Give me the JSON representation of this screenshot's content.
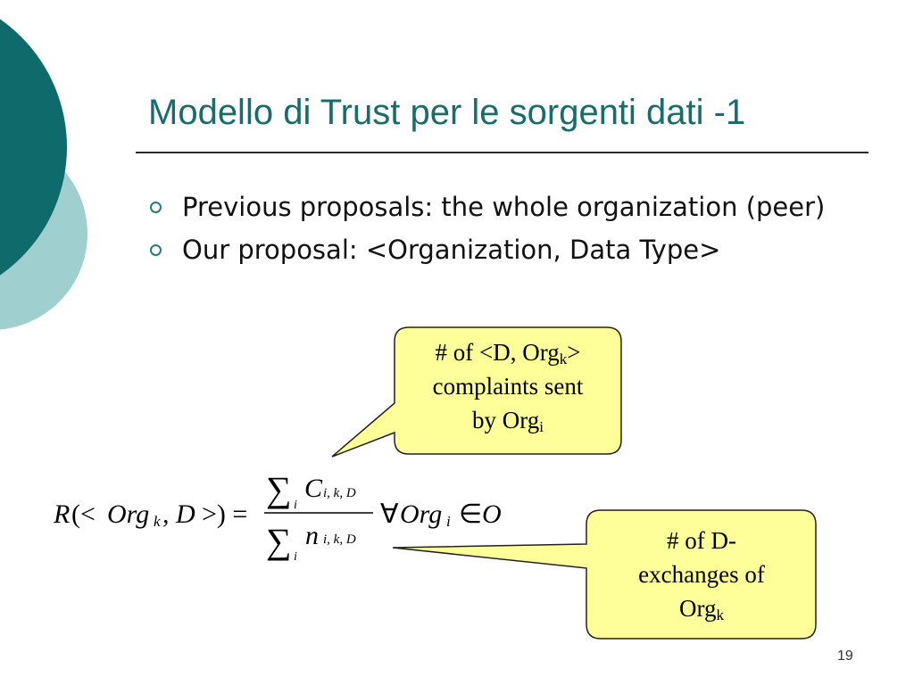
{
  "slide": {
    "title": "Modello di Trust per le sorgenti dati -1",
    "page_number": "19"
  },
  "bullets": [
    "Previous proposals: the whole organization (peer)",
    "Our proposal: <Organization, Data Type>"
  ],
  "callout_top": {
    "line1_prefix": "# of <D, Org",
    "line1_sub": "k",
    "line1_suffix": ">",
    "line2": "complaints sent",
    "line3_prefix": "by Org",
    "line3_sub": "i"
  },
  "callout_bottom": {
    "line1": "# of D-",
    "line2": "exchanges of",
    "line3_prefix": "Org",
    "line3_sub": "k"
  },
  "formula": {
    "lhs_R": "R",
    "lhs_open": "(<",
    "lhs_org": "Org",
    "lhs_org_sub": "k",
    "lhs_comma_D": ", D",
    "lhs_close": ">) =",
    "num_sigma": "∑",
    "num_sigma_sub": "i",
    "num_var": "C",
    "num_var_sub": "i, k, D",
    "den_sigma": "∑",
    "den_sigma_sub": "i",
    "den_var": "n",
    "den_var_sub": "i, k, D",
    "forall": "∀",
    "rhs_org": "Org",
    "rhs_org_sub": "i",
    "in": "∈",
    "set": "O"
  },
  "colors": {
    "title": "#1a6b6b",
    "circle_dark": "#0f6b6b",
    "circle_light": "#9fcfcf",
    "callout_fill": "#ffff99",
    "bullet_marker": "#2a7a7a"
  }
}
